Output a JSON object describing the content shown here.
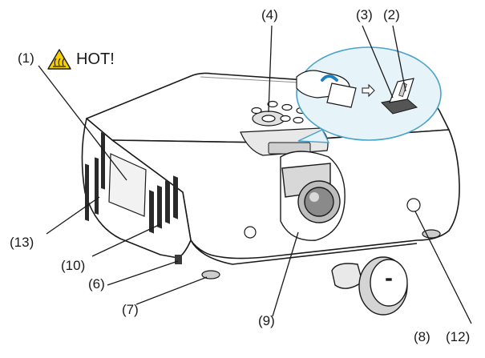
{
  "labels": {
    "l1": "(1)",
    "hot": "HOT!",
    "l2": "(2)",
    "l3": "(3)",
    "l4": "(4)",
    "l6": "(6)",
    "l7": "(7)",
    "l8": "(8)",
    "l9": "(9)",
    "l10": "(10)",
    "l12": "(12)",
    "l13": "(13)"
  },
  "icons": {
    "warning": "hot-surface-warning-icon",
    "arrow": "right-arrow-icon"
  },
  "colors": {
    "line": "#1a1a1a",
    "callout_circle": "#4aa3c8",
    "callout_fill": "#e6f3f8",
    "warning_yellow": "#f5d000",
    "hand_blue": "#1e7fc0"
  }
}
